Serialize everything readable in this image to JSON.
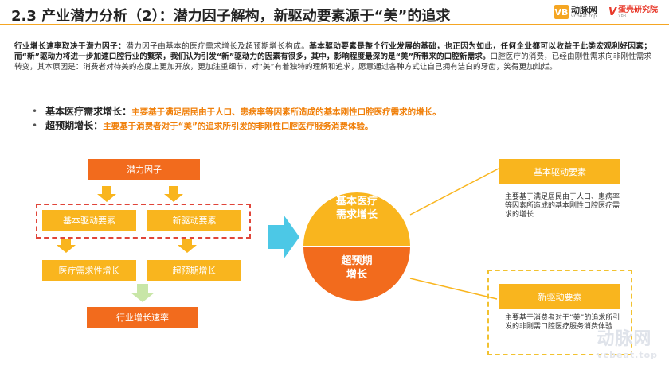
{
  "header": {
    "title": "2.3 产业潜力分析（2）：潜力因子解构，新驱动要素源于“美”的追求",
    "logo1_mark": "VB",
    "logo1_name": "动脉网",
    "logo1_url": "vcbeat.top",
    "logo2_mark": "V",
    "logo2_name": "蛋壳研究院",
    "logo2_sub": "VBR"
  },
  "intro": {
    "bold1": "行业增长速率取决于潜力因子：",
    "text1": "潜力因子由基本的医疗需求增长及超预期增长构成。",
    "bold2": "基本驱动要素是整个行业发展的基础，也正因为如此，任何企业都可以收益于此类宏观利好因素；而“新”驱动力将进一步加速口腔行业的繁荣，我们认为引发“新”驱动力的因素有很多，其中，影响程度最深的是“美”所带来的口腔新需求。",
    "text2": "口腔医疗的消费，已经由刚性需求向非刚性需求转变，其本原因是：消费者对待美的态度上更加开放，更加注重细节，对“美”有着独特的理解和追求，愿意通过各种方式让自己拥有洁白的牙齿，笑得更加灿烂。"
  },
  "bullets": [
    {
      "label": "基本医疗需求增长：",
      "desc": "主要基于满足居民由于人口、患病率等因素所造成的基本刚性口腔医疗需求的增长。"
    },
    {
      "label": "超预期增长：",
      "desc": "主要基于消费者对于“美”的追求所引发的非刚性口腔医疗服务消费体验。"
    }
  ],
  "flow": {
    "top": "潜力因子",
    "driver_basic": "基本驱动要素",
    "driver_new": "新驱动要素",
    "need_basic": "医疗需求性增长",
    "need_new": "超预期增长",
    "result": "行业增长速率"
  },
  "circle": {
    "top": "基本医疗需求增长",
    "top_l1": "基本医疗",
    "top_l2": "需求增长",
    "bottom": "超预期增长",
    "bot_l1": "超预期",
    "bot_l2": "增长"
  },
  "right": {
    "basic_title": "基本驱动要素",
    "basic_desc": "主要基于满足居民由于人口、患病率等因素所造成的基本刚性口腔医疗需求的增长",
    "new_title": "新驱动要素",
    "new_desc": "主要基于消费者对于“美”的追求所引发的非刚需口腔医疗服务消费体验"
  },
  "watermark": {
    "name": "动脉网",
    "url": "vcbeat.top"
  },
  "colors": {
    "orange": "#f26b1d",
    "yellow": "#f9b51e",
    "cyan_arrow": "#4cc8e6",
    "accent_text": "#f07f09"
  }
}
